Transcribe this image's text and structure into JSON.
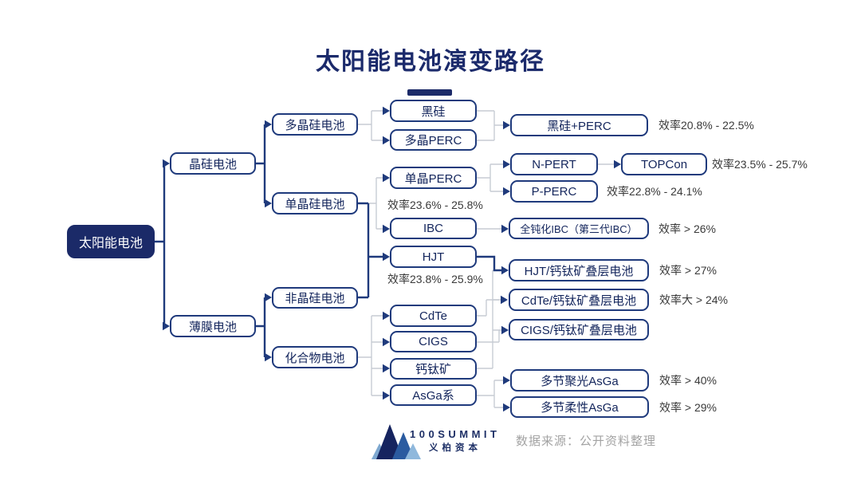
{
  "title": "太阳能电池演变路径",
  "nodes": {
    "root": "太阳能电池",
    "jinggui": "晶硅电池",
    "bomo": "薄膜电池",
    "duojinggui": "多晶硅电池",
    "danjinggui": "单晶硅电池",
    "feijinggui": "非晶硅电池",
    "huahewu": "化合物电池",
    "heigui": "黑硅",
    "duojing_perc": "多晶PERC",
    "danjing_perc": "单晶PERC",
    "ibc": "IBC",
    "hjt": "HJT",
    "cdte": "CdTe",
    "cigs": "CIGS",
    "gaitaikuang": "钙钛矿",
    "asga": "AsGa系",
    "heigui_perc": "黑硅+PERC",
    "npert": "N-PERT",
    "topcon": "TOPCon",
    "pperc": "P-PERC",
    "quandunhua_ibc": "全钝化IBC（第三代IBC）",
    "hjt_tandem": "HJT/钙钛矿叠层电池",
    "cdte_tandem": "CdTe/钙钛矿叠层电池",
    "cigs_tandem": "CIGS/钙钛矿叠层电池",
    "asga_juguang": "多节聚光AsGa",
    "asga_rouxing": "多节柔性AsGa"
  },
  "efficiency": {
    "heigui_perc": "效率20.8% - 22.5%",
    "topcon": "效率23.5% - 25.7%",
    "pperc": "效率22.8% - 24.1%",
    "danjing_perc": "效率23.6% - 25.8%",
    "quandunhua_ibc": "效率 > 26%",
    "hjt": "效率23.8% - 25.9%",
    "hjt_tandem": "效率 > 27%",
    "cdte_tandem": "效率大 > 24%",
    "asga_juguang": "效率 > 40%",
    "asga_rouxing": "效率 > 29%"
  },
  "footer": {
    "logo_name": "100SUMMIT",
    "logo_sub": "义柏资本",
    "source": "数据来源：公开资料整理"
  },
  "colors": {
    "navy": "#1f3a7c",
    "navy_fill": "#1b2a68",
    "gray_line": "#c7ccd4",
    "eff_text": "#3a3a3a",
    "source_text": "#a3a3a3"
  }
}
